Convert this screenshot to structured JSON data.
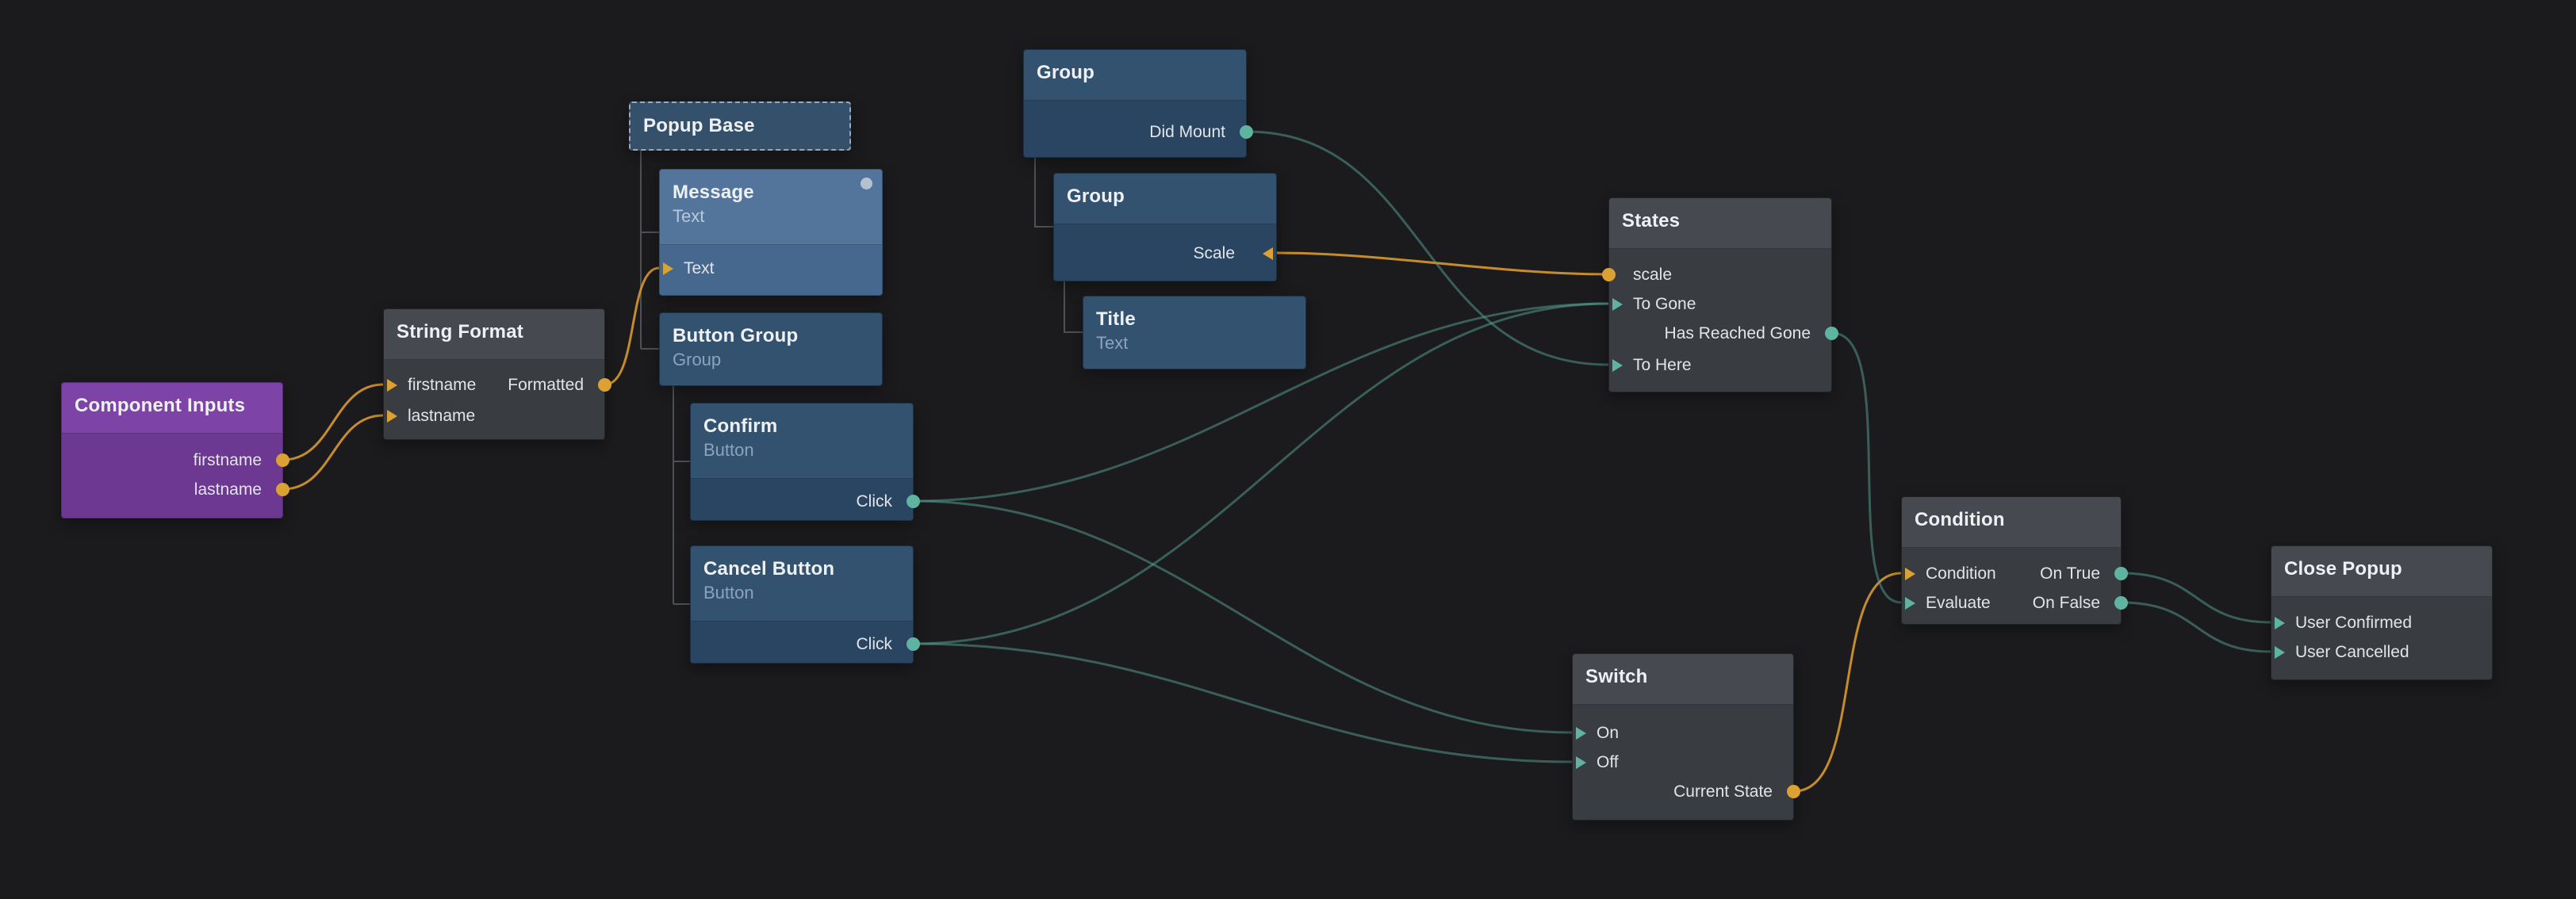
{
  "canvas": {
    "background": "#1b1b1d"
  },
  "colors": {
    "signal_teal": "#57a393",
    "value_orange": "#d0912c",
    "visual_node_blue": "#32526f",
    "logic_node_gray": "#46494f",
    "component_inputs_purple": "#7d43a6"
  },
  "nodes": [
    {
      "id": "component-inputs",
      "title": "Component Inputs",
      "ports": [
        {
          "name": "firstname"
        },
        {
          "name": "lastname"
        }
      ]
    },
    {
      "id": "string-format",
      "title": "String Format",
      "ports": [
        {
          "name": "firstname"
        },
        {
          "name": "lastname"
        },
        {
          "name": "Formatted"
        }
      ]
    },
    {
      "id": "popup-base",
      "title": "Popup Base"
    },
    {
      "id": "message",
      "title": "Message",
      "subtitle": "Text",
      "ports": [
        {
          "name": "Text"
        }
      ]
    },
    {
      "id": "button-group",
      "title": "Button Group",
      "subtitle": "Group"
    },
    {
      "id": "confirm",
      "title": "Confirm",
      "subtitle": "Button",
      "ports": [
        {
          "name": "Click"
        }
      ]
    },
    {
      "id": "cancel-button",
      "title": "Cancel Button",
      "subtitle": "Button",
      "ports": [
        {
          "name": "Click"
        }
      ]
    },
    {
      "id": "group-outer",
      "title": "Group",
      "ports": [
        {
          "name": "Did Mount"
        }
      ]
    },
    {
      "id": "group-inner",
      "title": "Group",
      "ports": [
        {
          "name": "Scale"
        }
      ]
    },
    {
      "id": "title-node",
      "title": "Title",
      "subtitle": "Text"
    },
    {
      "id": "states",
      "title": "States",
      "ports": [
        {
          "name": "scale"
        },
        {
          "name": "To Gone"
        },
        {
          "name": "Has Reached Gone"
        },
        {
          "name": "To Here"
        }
      ]
    },
    {
      "id": "switch",
      "title": "Switch",
      "ports": [
        {
          "name": "On"
        },
        {
          "name": "Off"
        },
        {
          "name": "Current State"
        }
      ]
    },
    {
      "id": "condition",
      "title": "Condition",
      "ports": [
        {
          "name": "Condition"
        },
        {
          "name": "Evaluate"
        },
        {
          "name": "On True"
        },
        {
          "name": "On False"
        }
      ]
    },
    {
      "id": "close-popup",
      "title": "Close Popup",
      "ports": [
        {
          "name": "User Confirmed"
        },
        {
          "name": "User Cancelled"
        }
      ]
    }
  ],
  "edges": [
    {
      "from": "Component Inputs.firstname",
      "to": "String Format.firstname",
      "type": "value"
    },
    {
      "from": "Component Inputs.lastname",
      "to": "String Format.lastname",
      "type": "value"
    },
    {
      "from": "String Format.Formatted",
      "to": "Message.Text",
      "type": "value"
    },
    {
      "from": "States.scale",
      "to": "Group (inner).Scale",
      "type": "value"
    },
    {
      "from": "Switch.Current State",
      "to": "Condition.Condition",
      "type": "value"
    },
    {
      "from": "Group (outer).Did Mount",
      "to": "States.To Here",
      "type": "signal"
    },
    {
      "from": "Confirm.Click",
      "to": "States.To Gone",
      "type": "signal"
    },
    {
      "from": "Confirm.Click",
      "to": "Switch.On",
      "type": "signal"
    },
    {
      "from": "Cancel Button.Click",
      "to": "States.To Gone",
      "type": "signal"
    },
    {
      "from": "Cancel Button.Click",
      "to": "Switch.Off",
      "type": "signal"
    },
    {
      "from": "States.Has Reached Gone",
      "to": "Condition.Evaluate",
      "type": "signal"
    },
    {
      "from": "Condition.On True",
      "to": "Close Popup.User Confirmed",
      "type": "signal"
    },
    {
      "from": "Condition.On False",
      "to": "Close Popup.User Cancelled",
      "type": "signal"
    }
  ],
  "hierarchy": [
    {
      "parent": "Popup Base",
      "children": [
        "Message",
        "Button Group"
      ]
    },
    {
      "parent": "Button Group",
      "children": [
        "Confirm",
        "Cancel Button"
      ]
    },
    {
      "parent": "Group (outer)",
      "children": [
        "Group (inner)"
      ]
    },
    {
      "parent": "Group (inner)",
      "children": [
        "Title"
      ]
    }
  ]
}
